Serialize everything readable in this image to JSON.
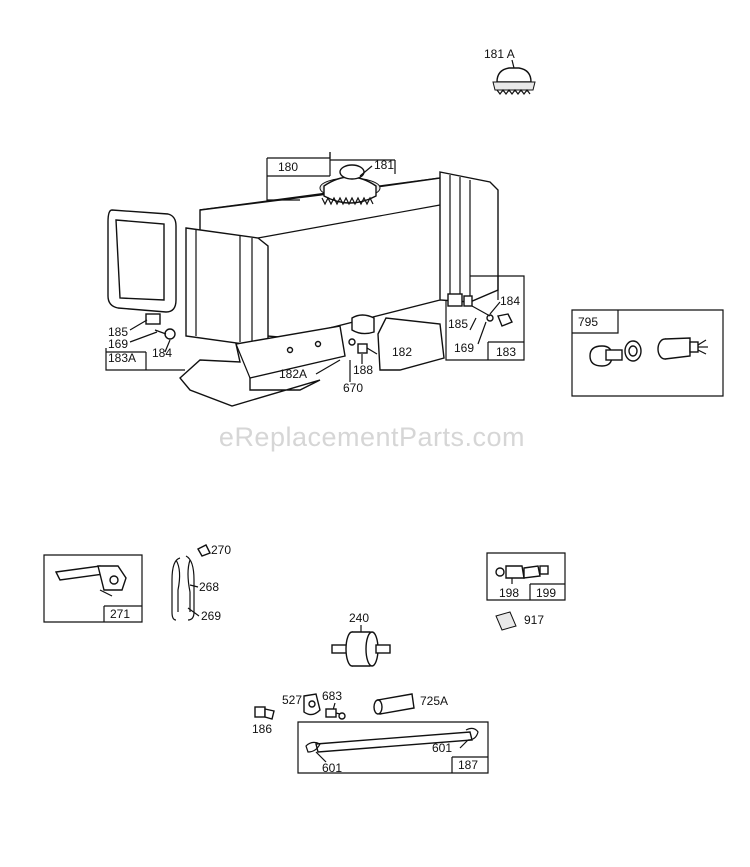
{
  "watermark": "eReplacementParts.com",
  "callouts": {
    "p181A": "181 A",
    "p180": "180",
    "p181": "181",
    "p185_left": "185",
    "p169_left": "169",
    "p183A": "183A",
    "p184_left": "184",
    "p182A": "182A",
    "p188": "188",
    "p670": "670",
    "p182": "182",
    "p184_right": "184",
    "p185_right": "185",
    "p169_right": "169",
    "p183": "183",
    "p795": "795",
    "p270": "270",
    "p268": "268",
    "p269": "269",
    "p271": "271",
    "p198": "198",
    "p199": "199",
    "p917": "917",
    "p240": "240",
    "p527": "527",
    "p683": "683",
    "p725A": "725A",
    "p186": "186",
    "p601_left": "601",
    "p601_right": "601",
    "p187": "187"
  }
}
